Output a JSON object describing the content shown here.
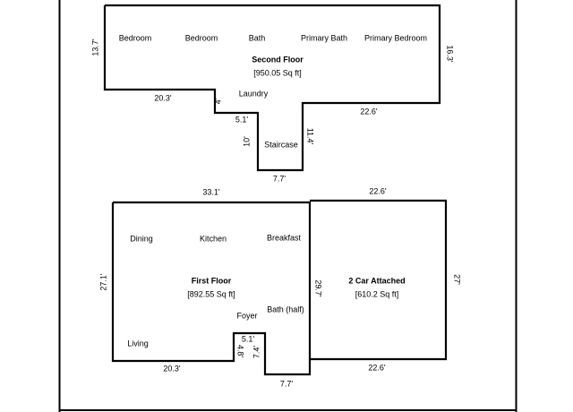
{
  "second_floor": {
    "title": "Second Floor",
    "area": "[950.05 Sq ft]",
    "rooms": {
      "bedroom_1": "Bedroom",
      "bedroom_2": "Bedroom",
      "bath": "Bath",
      "primary_bath": "Primary Bath",
      "primary_bedroom": "Primary Bedroom",
      "laundry": "Laundry",
      "staircase": "Staircase"
    },
    "dims": {
      "left": "13.7'",
      "right": "16.3'",
      "bottom_left": "20.3'",
      "notch_vertical": "4'",
      "notch_horizontal": "5.1'",
      "stair_left": "10'",
      "stair_right": "11.4'",
      "bottom_right": "22.6'",
      "stair_bottom": "7.7'"
    }
  },
  "first_floor": {
    "title": "First Floor",
    "area": "[892.55 Sq ft]",
    "rooms": {
      "dining": "Dining",
      "kitchen": "Kitchen",
      "breakfast": "Breakfast",
      "foyer": "Foyer",
      "bath_half": "Bath (half)",
      "living": "Living"
    },
    "dims": {
      "top": "33.1'",
      "left": "27.1'",
      "bottom_left": "20.3'",
      "notch_horizontal": "5.1'",
      "notch_vertical": "4.8'",
      "foyer_left": "7.4'",
      "shared_wall": "29.7'",
      "bottom": "7.7'"
    }
  },
  "garage": {
    "title": "2 Car Attached",
    "area": "[610.2 Sq ft]",
    "dims": {
      "top": "22.6'",
      "right": "27'",
      "bottom": "22.6'"
    }
  }
}
